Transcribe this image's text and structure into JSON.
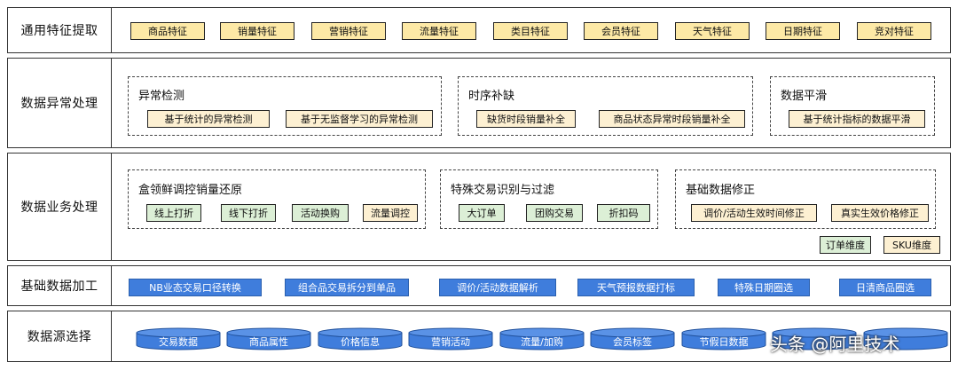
{
  "rows": {
    "general": {
      "label": "通用特征提取",
      "chips": [
        "商品特征",
        "销量特征",
        "营销特征",
        "流量特征",
        "类目特征",
        "会员特征",
        "天气特征",
        "日期特征",
        "竞对特征"
      ]
    },
    "anomaly": {
      "label": "数据异常处理",
      "groups": [
        {
          "title": "异常检测",
          "items": [
            "基于统计的异常检测",
            "基于无监督学习的异常检测"
          ]
        },
        {
          "title": "时序补缺",
          "items": [
            "缺货时段销量补全",
            "商品状态异常时段销量补全"
          ]
        },
        {
          "title": "数据平滑",
          "items": [
            "基于统计指标的数据平滑"
          ]
        }
      ]
    },
    "business": {
      "label": "数据业务处理",
      "groups": [
        {
          "title": "盒领鲜调控销量还原",
          "items": [
            "线上打折",
            "线下打折",
            "活动换购",
            "流量调控"
          ]
        },
        {
          "title": "特殊交易识别与过滤",
          "items": [
            "大订单",
            "团购交易",
            "折扣码"
          ]
        },
        {
          "title": "基础数据修正",
          "items": [
            "调价/活动生效时间修正",
            "真实生效价格修正"
          ]
        }
      ],
      "legend": [
        "订单维度",
        "SKU维度"
      ]
    },
    "processing": {
      "label": "基础数据加工",
      "chips": [
        "NB业态交易口径转换",
        "组合品交易拆分到单品",
        "调价/活动数据解析",
        "天气预报数据打标",
        "特殊日期圈选",
        "日清商品圈选"
      ]
    },
    "source": {
      "label": "数据源选择",
      "cylinders": [
        "交易数据",
        "商品属性",
        "价格信息",
        "营销活动",
        "流量/加购",
        "会员标签",
        "节假日数据",
        "",
        ""
      ]
    }
  },
  "watermark": "头条 @阿里技术",
  "colors": {
    "yellow": "#fde9a6",
    "beige": "#fdf0d2",
    "green": "#dcefd6",
    "blue": "#3f7ddc",
    "border": "#333333"
  }
}
